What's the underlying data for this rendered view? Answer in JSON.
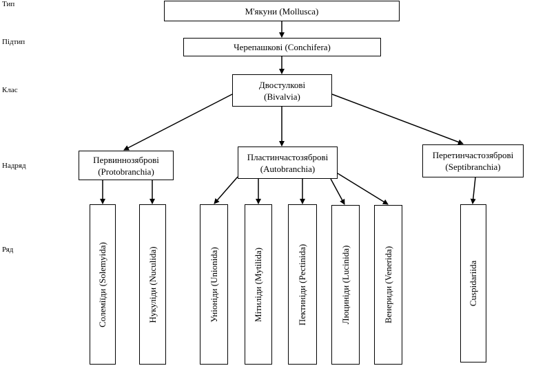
{
  "levels": {
    "type": "Тип",
    "subtype": "Підтип",
    "class": "Клас",
    "superorder": "Надряд",
    "order": "Ряд"
  },
  "nodes": {
    "mollusca": "М'якуни (Mollusca)",
    "conchifera": "Черепашкові (Conchifera)",
    "bivalvia": {
      "line1": "Двостулкові",
      "line2": "(Bivalvia)"
    },
    "protobranchia": {
      "line1": "Первиннозяброві",
      "line2": "(Protobranchia)"
    },
    "autobranchia": {
      "line1": "Пластинчастозяброві",
      "line2": "(Autobranchia)"
    },
    "septibranchia": {
      "line1": "Перетинчастозяброві",
      "line2": "(Septibranchia)"
    }
  },
  "orders": [
    "Солеміїди (Solemyida)",
    "Нукуліди (Nuculida)",
    "Уніоніди (Unionida)",
    "Мітиліди (Mytilida)",
    "Пектиніди (Pectinida)",
    "Люциніди (Lucinida)",
    "Венериди (Venerida)",
    "Cuspidariida"
  ]
}
